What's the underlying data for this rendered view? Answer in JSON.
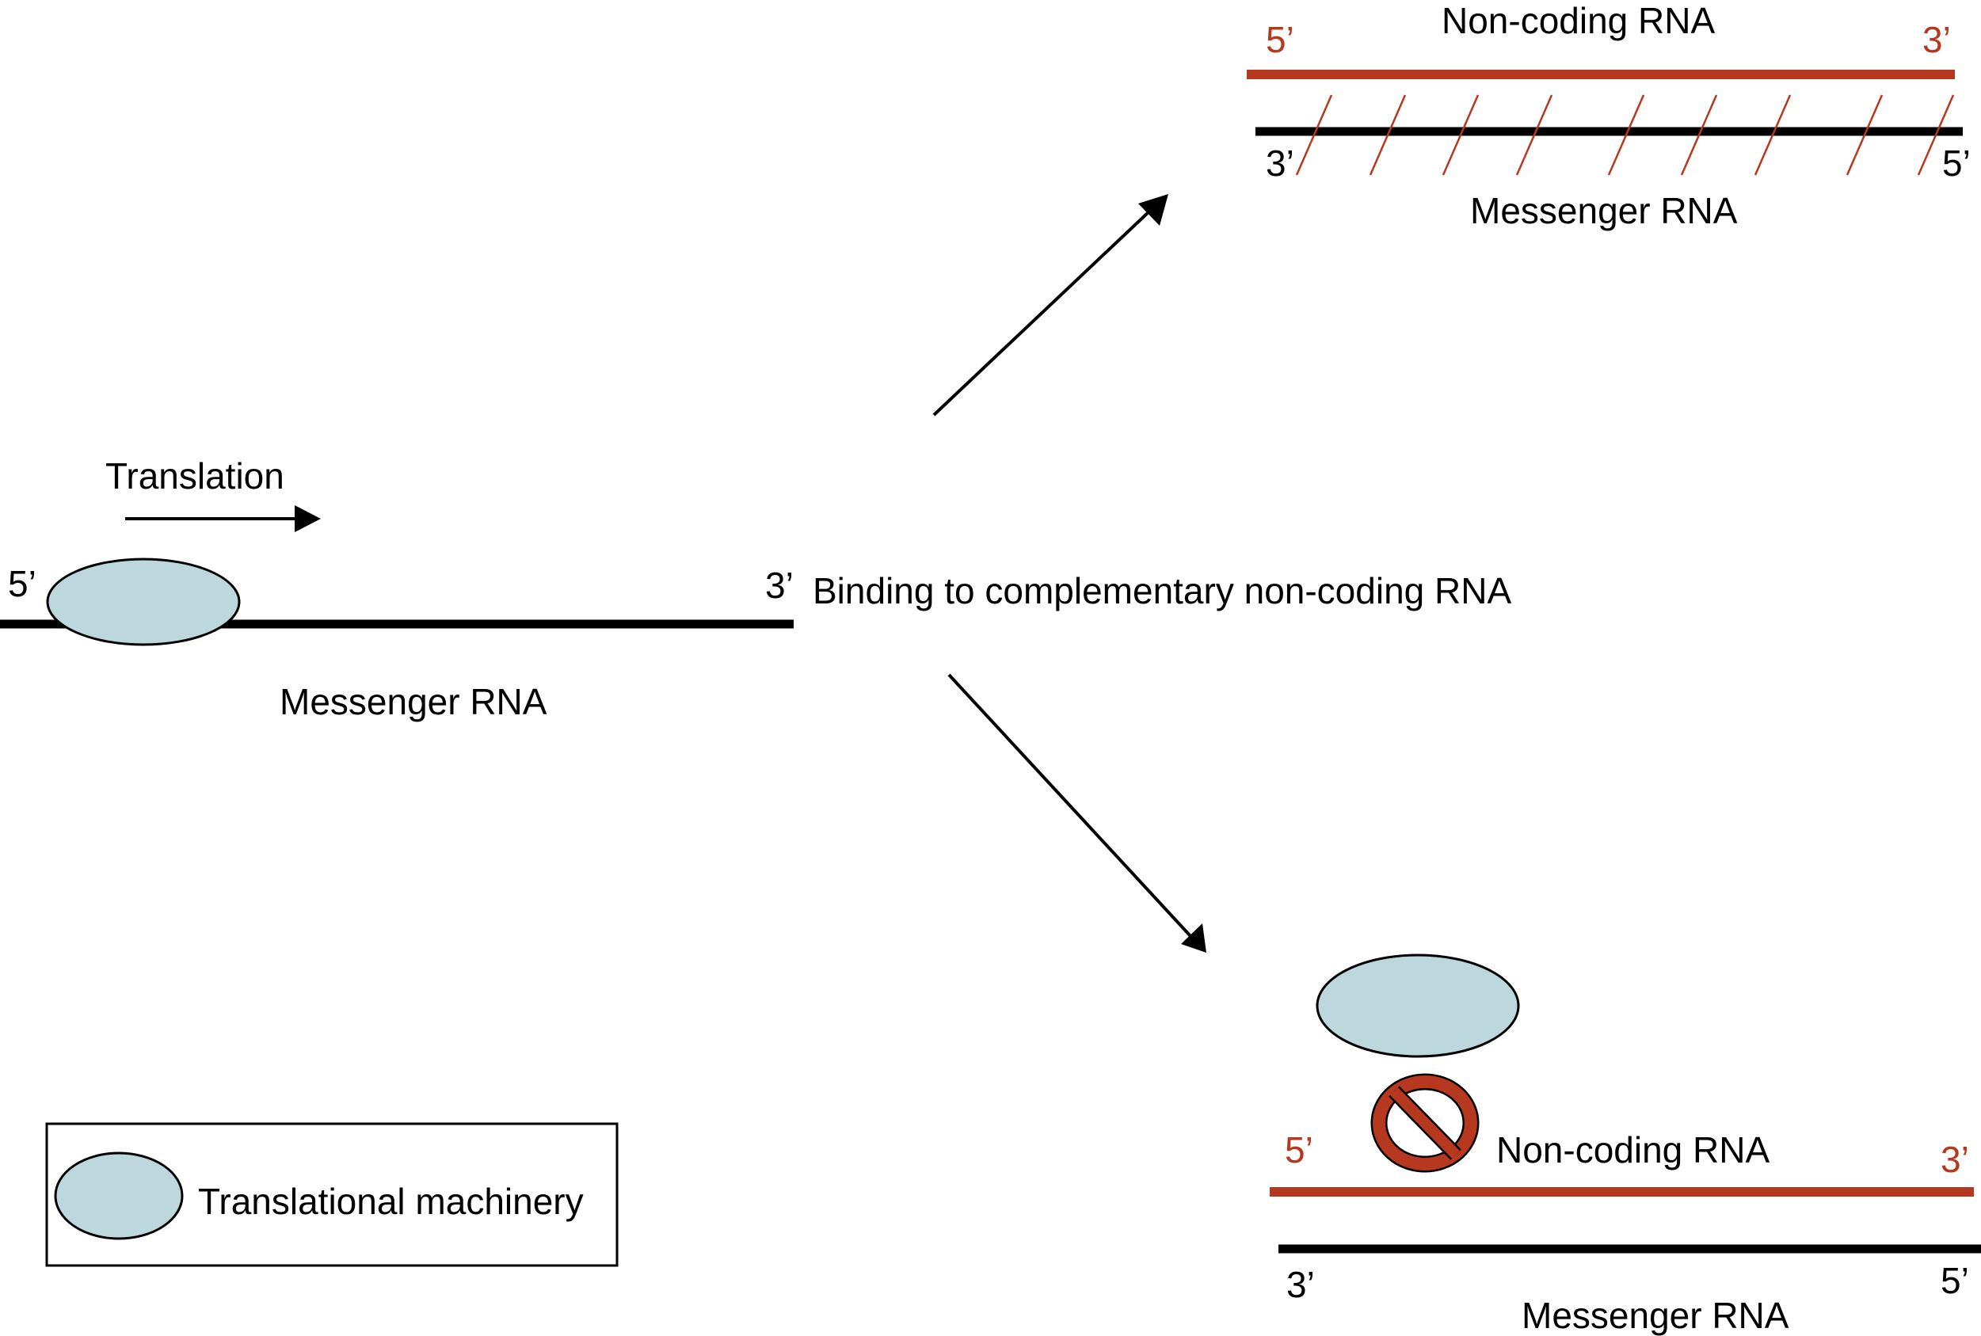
{
  "colors": {
    "noncoding_rna": "#b5381f",
    "messenger_rna": "#000000",
    "translational_machinery_fill": "#bcd8dc",
    "prohibition_symbol": "#b5381f"
  },
  "left_panel": {
    "process_label": "Translation",
    "mrna_five_prime": "5’",
    "mrna_three_prime": "3’",
    "mrna_label": "Messenger RNA"
  },
  "center": {
    "pathway_label": "Binding to complementary non-coding RNA"
  },
  "top_outcome": {
    "noncoding_label": "Non-coding RNA",
    "noncoding_five_prime": "5’",
    "noncoding_three_prime": "3’",
    "mrna_three_prime": "3’",
    "mrna_five_prime": "5’",
    "mrna_label": "Messenger RNA",
    "base_pair_count": 9
  },
  "bottom_outcome": {
    "noncoding_label": "Non-coding RNA",
    "noncoding_five_prime": "5’",
    "noncoding_three_prime": "3’",
    "mrna_three_prime": "3’",
    "mrna_five_prime": "5’",
    "mrna_label": "Messenger RNA",
    "blocked_symbol": "prohibition-icon"
  },
  "legend": {
    "items": [
      {
        "symbol": "light-blue-ellipse",
        "label": "Translational machinery"
      }
    ]
  }
}
